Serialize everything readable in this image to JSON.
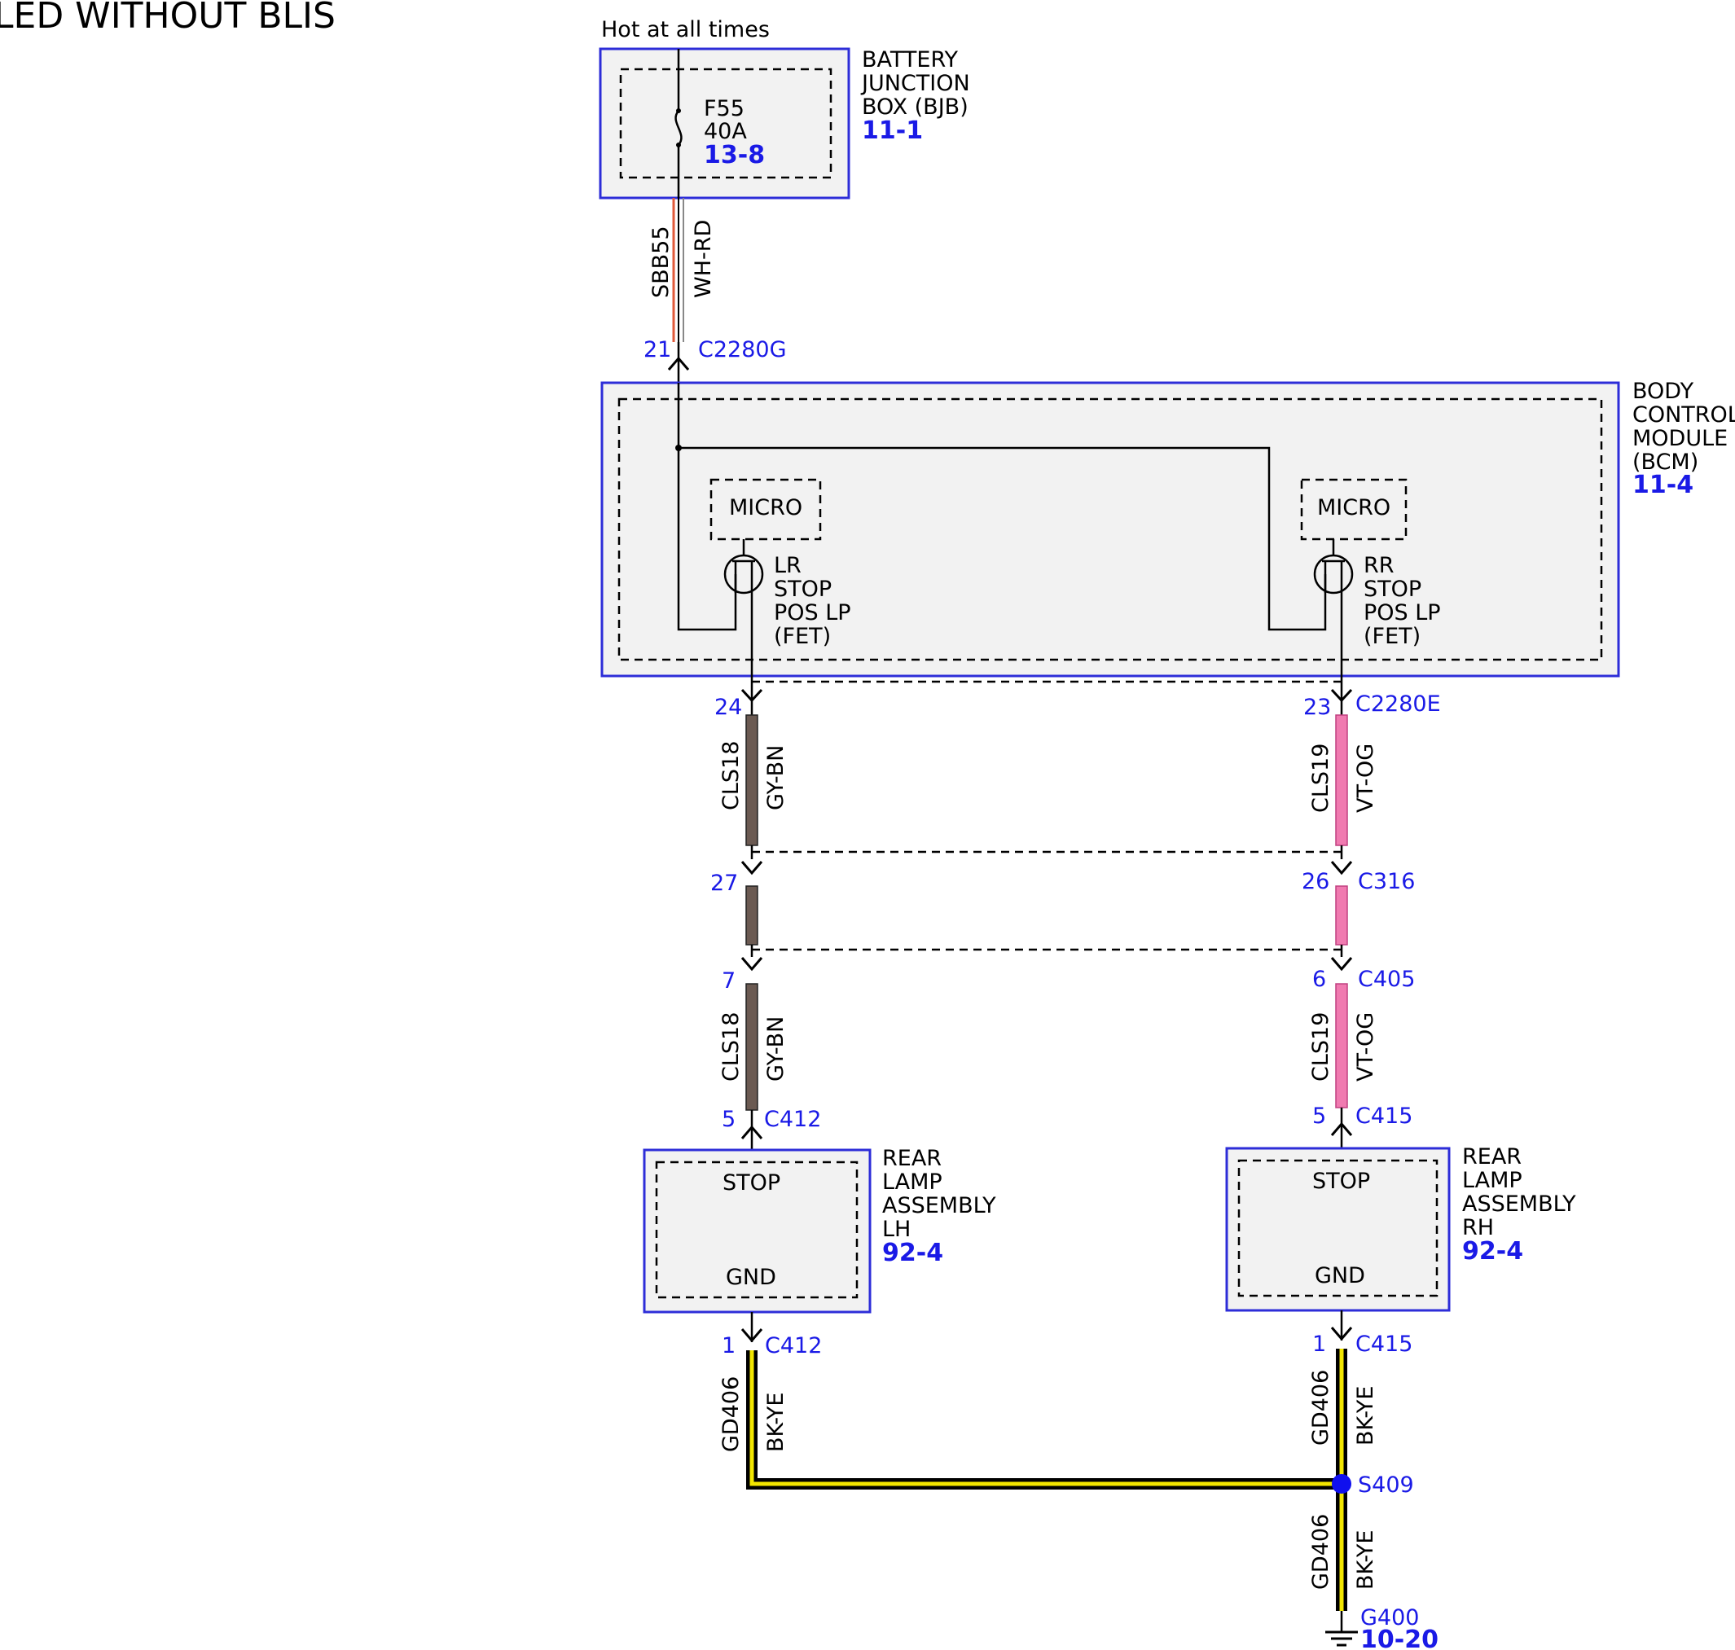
{
  "title": "LED WITHOUT BLIS",
  "supply": {
    "hot_label": "Hot at all times"
  },
  "bjb": {
    "name_lines": [
      "BATTERY",
      "JUNCTION",
      "BOX (BJB)"
    ],
    "ref": "11-1",
    "fuse_name": "F55",
    "fuse_rating": "40A",
    "fuse_ref": "13-8"
  },
  "feed_wire": {
    "circuit": "SBB55",
    "color": "WH-RD",
    "pin": "21",
    "connector": "C2280G"
  },
  "bcm": {
    "name_lines": [
      "BODY",
      "CONTROL",
      "MODULE",
      "(BCM)"
    ],
    "ref": "11-4",
    "left_micro": "MICRO",
    "right_micro": "MICRO",
    "left_fet_lines": [
      "LR",
      "STOP",
      "POS LP",
      "(FET)"
    ],
    "right_fet_lines": [
      "RR",
      "STOP",
      "POS LP",
      "(FET)"
    ]
  },
  "left_chain": {
    "pin_bcm": "24",
    "circuit_1": "CLS18",
    "color_1": "GY-BN",
    "pin_c316": "27",
    "pin_c405": "7",
    "circuit_2": "CLS18",
    "color_2": "GY-BN",
    "pin_lamp": "5",
    "connector_lamp": "C412"
  },
  "right_chain": {
    "pin_bcm": "23",
    "connector_bcm": "C2280E",
    "circuit_1": "CLS19",
    "color_1": "VT-OG",
    "pin_c316": "26",
    "connector_c316": "C316",
    "pin_c405": "6",
    "connector_c405": "C405",
    "circuit_2": "CLS19",
    "color_2": "VT-OG",
    "pin_lamp": "5",
    "connector_lamp": "C415"
  },
  "lamp_lh": {
    "stop_label": "STOP",
    "gnd_label": "GND",
    "name_lines": [
      "REAR",
      "LAMP",
      "ASSEMBLY",
      "LH"
    ],
    "ref": "92-4",
    "gnd_pin": "1",
    "gnd_connector": "C412",
    "gnd_circuit": "GD406",
    "gnd_color": "BK-YE"
  },
  "lamp_rh": {
    "stop_label": "STOP",
    "gnd_label": "GND",
    "name_lines": [
      "REAR",
      "LAMP",
      "ASSEMBLY",
      "RH"
    ],
    "ref": "92-4",
    "gnd_pin": "1",
    "gnd_connector": "C415",
    "gnd_circuit": "GD406",
    "gnd_color": "BK-YE"
  },
  "splice": {
    "name": "S409",
    "circuit": "GD406",
    "color": "BK-YE"
  },
  "ground": {
    "name": "G400",
    "ref": "10-20"
  },
  "colors": {
    "accent_blue": "#1a1ae6",
    "wire_wh_rd": "#e05a3a",
    "wire_gy_bn": "#6b5a52",
    "wire_vt_og": "#f07ab0",
    "wire_bk_ye": "#f2e600",
    "splice_dot": "#1010ee"
  }
}
